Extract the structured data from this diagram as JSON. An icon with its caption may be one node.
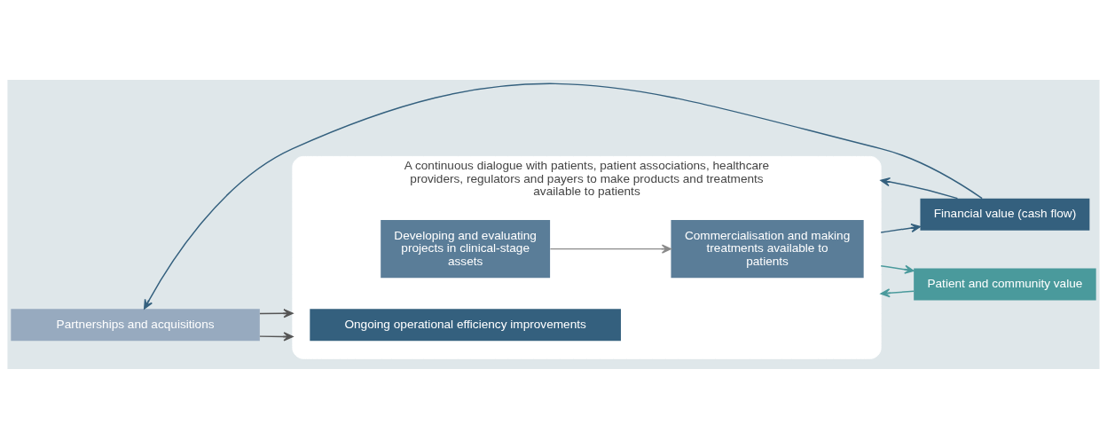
{
  "diagram": {
    "nodes": [
      {
        "text": [
          "A continuous dialogue with patients, patient associations, healthcare providers, regulators and payers to make products and treatments available to patients"
        ]
      },
      {
        "text": [
          "Ongoing operational efficiency improvements"
        ],
        "in": 0
      },
      {
        "text": [
          "Developing and evaluating projects in clinical-stage assets"
        ],
        "in": 0
      },
      {
        "text": [
          "Commercialisation and making treatments available to patients"
        ],
        "in": 0
      },
      {
        "text": [
          "Patient and community value"
        ]
      },
      {
        "text": [
          "Financial value (cash flow)"
        ]
      },
      {
        "text": [
          "Partnerships and acquisitions"
        ]
      }
    ],
    "edges": [
      {
        "from": 4,
        "to": 0,
        "arrow": "to",
        "color": "#4a9a9c"
      },
      {
        "from": 5,
        "to": 0,
        "arrow": "to",
        "color": "#34607e"
      },
      {
        "from": 5,
        "to": 6,
        "arrow": "to",
        "color": "#34607e"
      },
      {
        "from": 0,
        "to": 4,
        "arrow": "to",
        "color": "#4a9a9c"
      },
      {
        "from": 0,
        "to": 5,
        "arrow": "to",
        "color": "#34607e"
      },
      {
        "from": 2,
        "to": 3,
        "arrow": "to",
        "color": "#8a8a8a"
      },
      {
        "from": 6,
        "to": 0,
        "arrow": "to",
        "color": "#555555"
      },
      {
        "from": 6,
        "to": 0,
        "arrow": "to",
        "color": "#555555"
      }
    ]
  }
}
